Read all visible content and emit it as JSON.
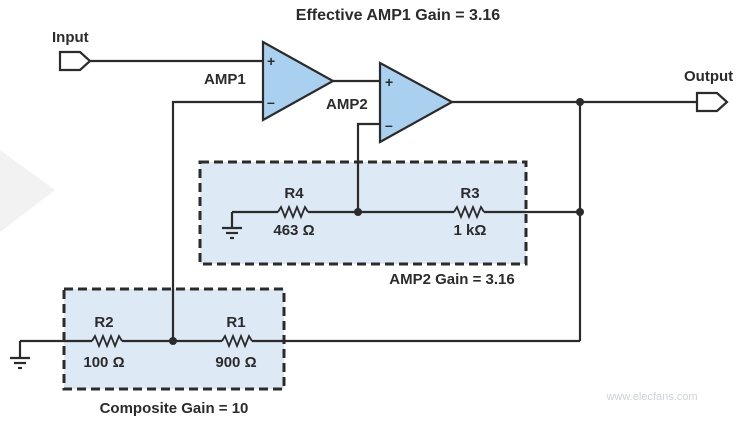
{
  "diagram": {
    "title": "Effective AMP1 Gain = 3.16",
    "input_label": "Input",
    "output_label": "Output",
    "amp1": {
      "label": "AMP1",
      "plus": "+",
      "minus": "–"
    },
    "amp2": {
      "label": "AMP2",
      "plus": "+",
      "minus": "–"
    },
    "amp2_gain_box": {
      "caption": "AMP2 Gain = 3.16",
      "r4": {
        "name": "R4",
        "value": "463 Ω"
      },
      "r3": {
        "name": "R3",
        "value": "1 kΩ"
      }
    },
    "composite_box": {
      "caption": "Composite Gain = 10",
      "r2": {
        "name": "R2",
        "value": "100 Ω"
      },
      "r1": {
        "name": "R1",
        "value": "900 Ω"
      }
    },
    "watermark": "www.elecfans.com",
    "colors": {
      "amp_fill": "#a9d1ef",
      "box_fill": "#dde9f4",
      "ink": "#2b2b2b"
    }
  }
}
